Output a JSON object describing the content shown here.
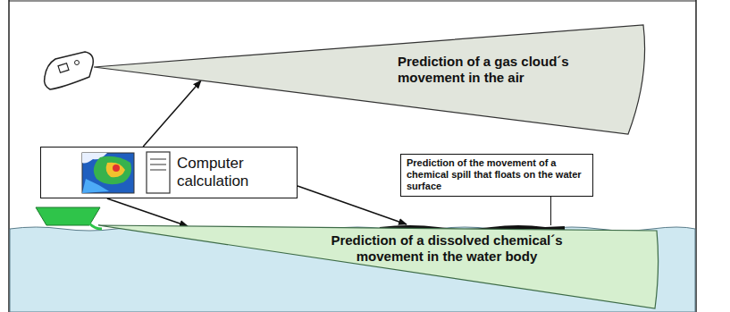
{
  "diagram": {
    "nodes": [
      {
        "text": [
          "Prediction of a gas cloud´s movement in the air"
        ]
      },
      {
        "text": [
          "Computer calculation"
        ]
      },
      {
        "text": [
          "Prediction of the movement of a chemical spill that floats on the water surface"
        ]
      },
      {
        "text": [
          "Prediction of a dissolved chemical´s movement in the water body"
        ]
      }
    ],
    "edges": [
      {
        "from": 1,
        "to": 0,
        "arrow": "to"
      },
      {
        "from": 1,
        "to": 3,
        "arrow": "to"
      }
    ]
  }
}
